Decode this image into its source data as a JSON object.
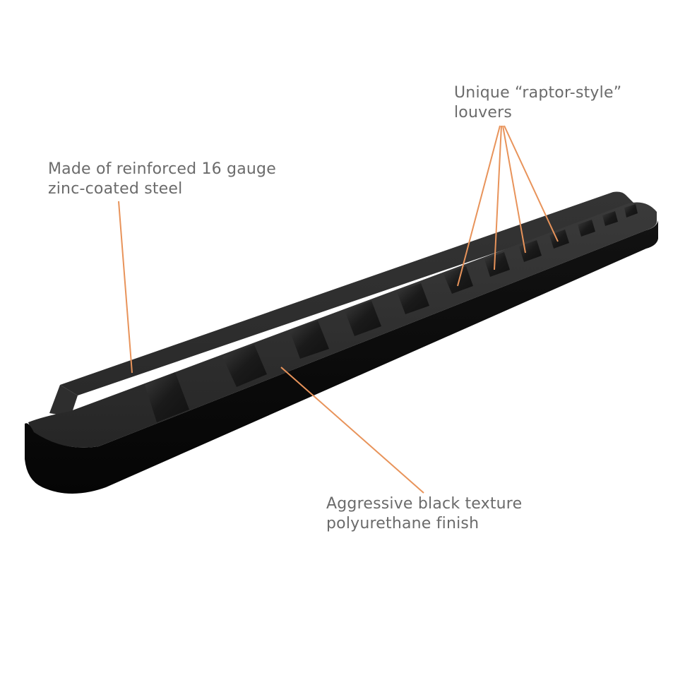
{
  "diagram": {
    "subject": "running-board",
    "callout_color": "#e8935a",
    "product_color": "#1c1c1c",
    "text_color": "#6b6b6b",
    "background": "#ffffff"
  },
  "callouts": [
    {
      "id": "louvers",
      "lines": [
        "Unique “raptor-style”",
        "louvers"
      ],
      "leader_count": 4
    },
    {
      "id": "steel",
      "lines": [
        "Made of reinforced 16 gauge",
        "zinc-coated steel"
      ],
      "leader_count": 1
    },
    {
      "id": "finish",
      "lines": [
        "Aggressive black texture",
        "polyurethane finish"
      ],
      "leader_count": 1
    }
  ]
}
